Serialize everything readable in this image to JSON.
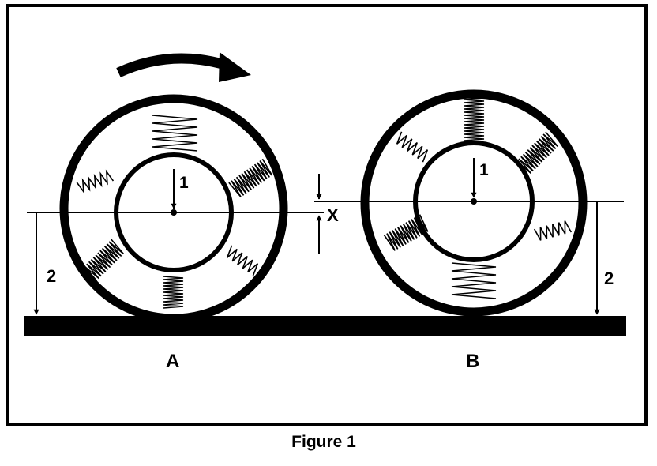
{
  "wheel_a": {
    "name_label": "A",
    "inner_arrow_label": "1",
    "ground_arrow_label": "2"
  },
  "wheel_b": {
    "name_label": "B",
    "inner_arrow_label": "1",
    "ground_arrow_label": "2"
  },
  "offset_label": "X",
  "caption": "Figure 1",
  "colors": {
    "ink": "#000000",
    "background": "#ffffff"
  }
}
